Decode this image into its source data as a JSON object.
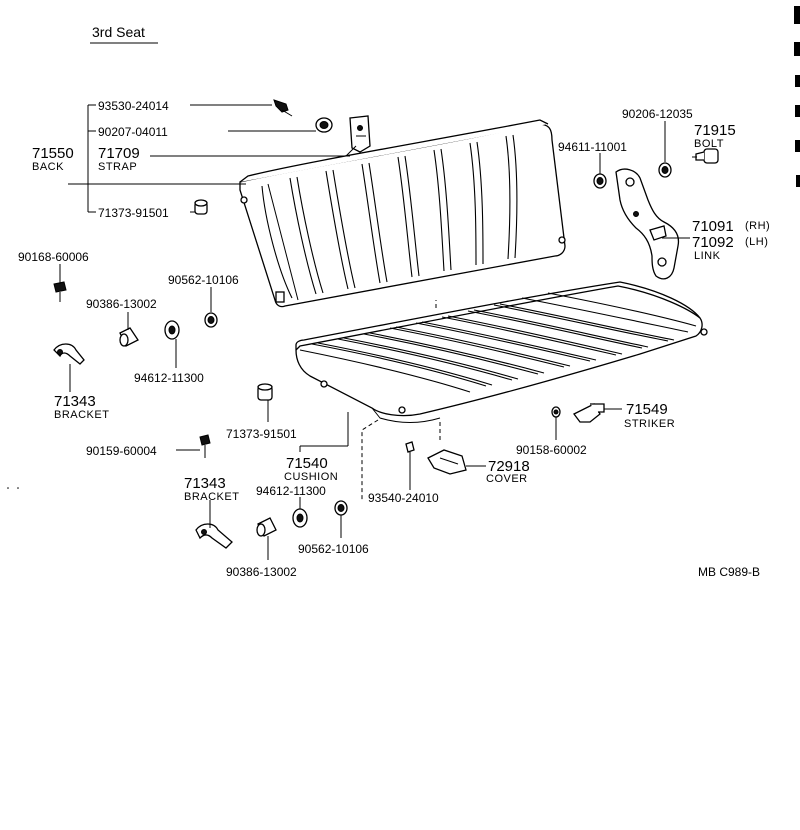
{
  "title": "3rd Seat",
  "code": "MB  C989-B",
  "labels": {
    "p93530": "93530-24014",
    "p90207": "90207-04011",
    "p71550": "71550",
    "back": "BACK",
    "p71709": "71709",
    "strap": "STRAP",
    "p71373a": "71373-91501",
    "p94611": "94611-11001",
    "p90206": "90206-12035",
    "p71915": "71915",
    "bolt": "BOLT",
    "p71091": "71091",
    "rh": "(RH)",
    "p71092": "71092",
    "lh": "(LH)",
    "link": "LINK",
    "p90168": "90168-60006",
    "p90562a": "90562-10106",
    "p90386a": "90386-13002",
    "p94612a": "94612-11300",
    "p71343a": "71343",
    "bracket_a": "BRACKET",
    "p71373b": "71373-91501",
    "p90159": "90159-60004",
    "p71540": "71540",
    "cushion": "CUSHION",
    "p71343b": "71343",
    "bracket_b": "BRACKET",
    "p94612b": "94612-11300",
    "p93540": "93540-24010",
    "p90562b": "90562-10106",
    "p90386b": "90386-13002",
    "p71549": "71549",
    "striker": "STRIKER",
    "p90158": "90158-60002",
    "p72918": "72918",
    "cover": "COVER"
  }
}
